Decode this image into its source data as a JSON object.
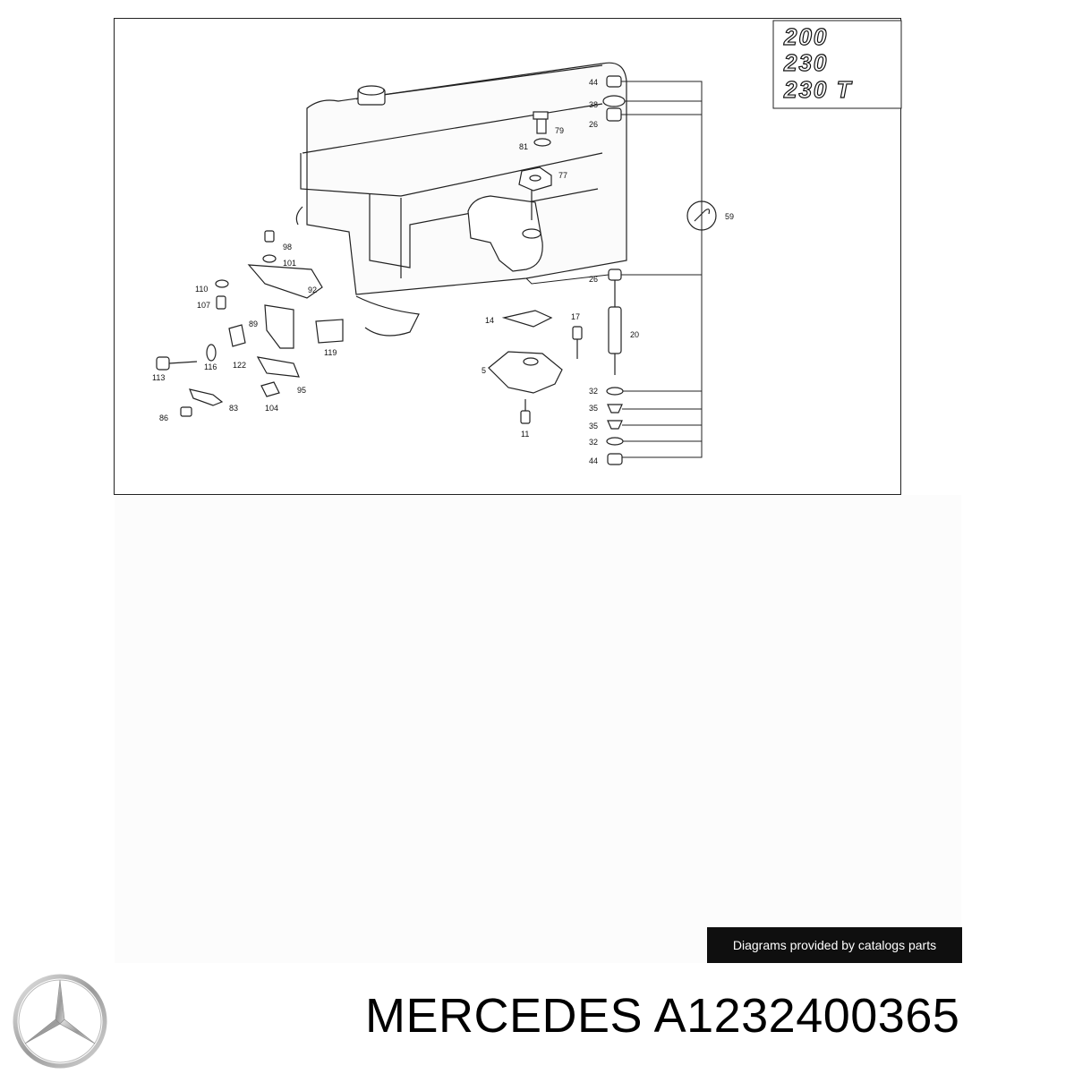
{
  "diagram": {
    "model_badges": [
      "200",
      "230",
      "230 T"
    ],
    "callouts": [
      "44",
      "38",
      "26",
      "79",
      "81",
      "77",
      "59",
      "98",
      "101",
      "92",
      "110",
      "107",
      "89",
      "14",
      "17",
      "26",
      "20",
      "119",
      "113",
      "116",
      "122",
      "5",
      "95",
      "86",
      "83",
      "104",
      "32",
      "35",
      "35",
      "32",
      "44",
      "11"
    ]
  },
  "credit": {
    "text": "Diagrams provided by catalogs parts"
  },
  "part": {
    "title": "MERCEDES A1232400365"
  },
  "brand": {
    "logo_icon": "mercedes-star-icon"
  }
}
